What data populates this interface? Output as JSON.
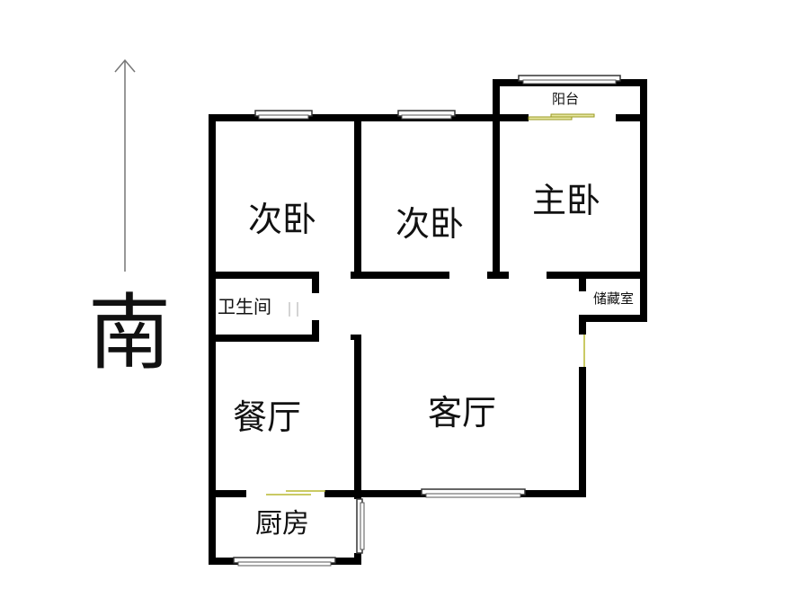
{
  "compass": {
    "direction_label": "南",
    "arrow": "up-arrow",
    "arrow_color": "#777777"
  },
  "rooms": [
    {
      "id": "second-bedroom-west",
      "label": "次卧"
    },
    {
      "id": "second-bedroom-middle",
      "label": "次卧"
    },
    {
      "id": "master-bedroom",
      "label": "主卧"
    },
    {
      "id": "balcony",
      "label": "阳台"
    },
    {
      "id": "bathroom",
      "label": "卫生间"
    },
    {
      "id": "storage-room",
      "label": "储藏室"
    },
    {
      "id": "dining-room",
      "label": "餐厅"
    },
    {
      "id": "living-room",
      "label": "客厅"
    },
    {
      "id": "kitchen",
      "label": "厨房"
    }
  ],
  "colors": {
    "wall": "#000000",
    "door_sliding": "#b8b830",
    "window_frame": "#333333",
    "background": "#ffffff"
  }
}
